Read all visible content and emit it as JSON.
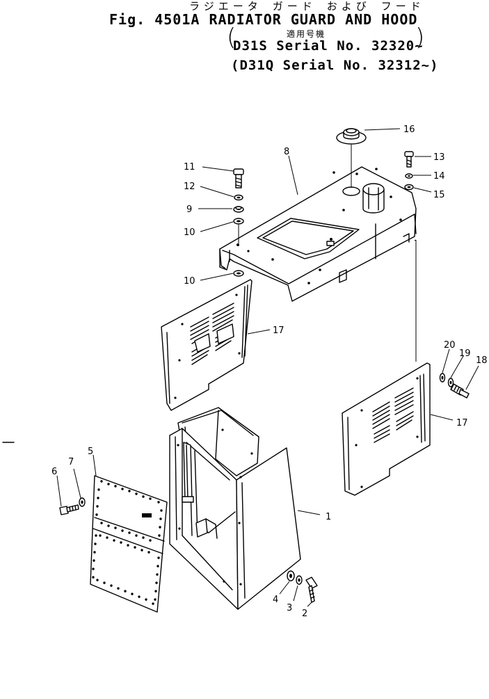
{
  "header": {
    "jp_title": "ラジエータ ガード および フード",
    "fig_title": "Fig. 4501A RADIATOR GUARD AND HOOD",
    "applicable_label": "適用号機",
    "serials": [
      "D31S  Serial No. 32320~",
      "D31Q  Serial No. 32312~"
    ]
  },
  "callouts": [
    {
      "id": "1",
      "label": "1"
    },
    {
      "id": "2",
      "label": "2"
    },
    {
      "id": "3",
      "label": "3"
    },
    {
      "id": "4",
      "label": "4"
    },
    {
      "id": "5",
      "label": "5"
    },
    {
      "id": "6",
      "label": "6"
    },
    {
      "id": "7",
      "label": "7"
    },
    {
      "id": "8",
      "label": "8"
    },
    {
      "id": "9",
      "label": "9"
    },
    {
      "id": "10a",
      "label": "10"
    },
    {
      "id": "10b",
      "label": "10"
    },
    {
      "id": "11",
      "label": "11"
    },
    {
      "id": "12",
      "label": "12"
    },
    {
      "id": "13",
      "label": "13"
    },
    {
      "id": "14",
      "label": "14"
    },
    {
      "id": "15",
      "label": "15"
    },
    {
      "id": "16",
      "label": "16"
    },
    {
      "id": "17a",
      "label": "17"
    },
    {
      "id": "17b",
      "label": "17"
    },
    {
      "id": "18",
      "label": "18"
    },
    {
      "id": "19",
      "label": "19"
    },
    {
      "id": "20",
      "label": "20"
    }
  ]
}
